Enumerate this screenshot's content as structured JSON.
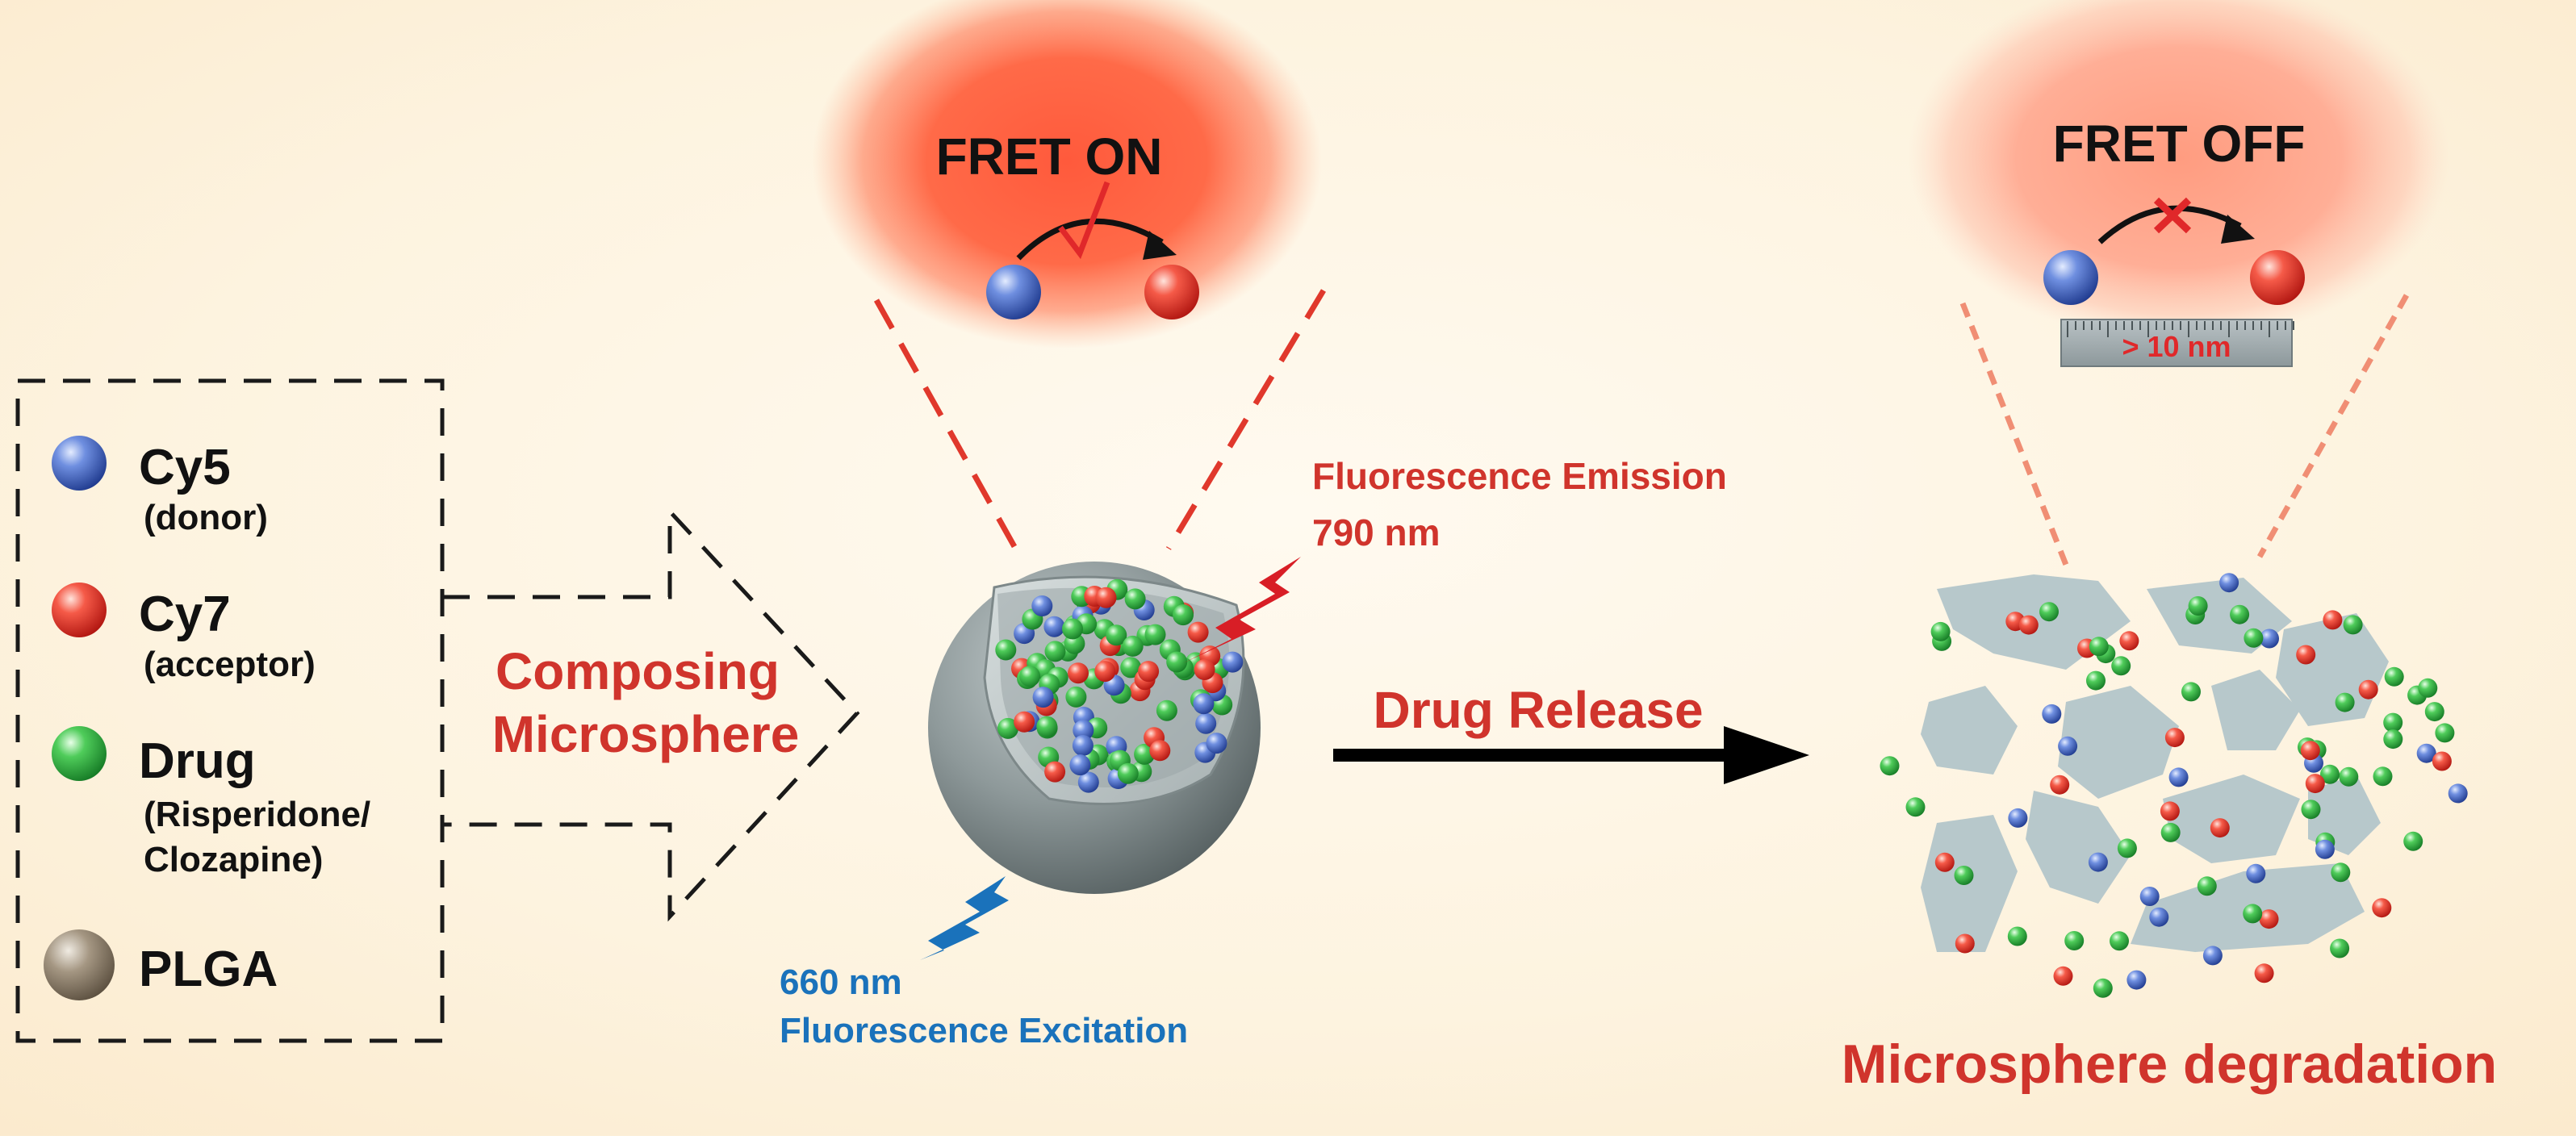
{
  "legend": {
    "items": [
      {
        "name": "Cy5",
        "sub": [
          "(donor)"
        ],
        "color": "#3d5fb5"
      },
      {
        "name": "Cy7",
        "sub": [
          "(acceptor)"
        ],
        "color": "#e8322a"
      },
      {
        "name": "Drug",
        "sub": [
          "(Risperidone/",
          "Clozapine)"
        ],
        "color": "#2fb040"
      },
      {
        "name": "PLGA",
        "sub": [],
        "color": "#8a7c6a"
      }
    ]
  },
  "compose_label": [
    "Composing",
    "Microsphere"
  ],
  "fret_on": {
    "title": "FRET ON"
  },
  "fret_off": {
    "title": "FRET OFF",
    "ruler": "> 10 nm"
  },
  "emission": {
    "line1": "Fluorescence Emission",
    "line2": "790 nm"
  },
  "excitation": {
    "line1": "660 nm",
    "line2": "Fluorescence Excitation"
  },
  "release_label": "Drug Release",
  "degradation_label": "Microsphere degradation",
  "colors": {
    "accent_red": "#d0342c",
    "excitation_blue": "#1a72bb",
    "sphere_gray": "#8a9596",
    "fragment": "#b7c8cb",
    "background": "#fdf2dc"
  }
}
